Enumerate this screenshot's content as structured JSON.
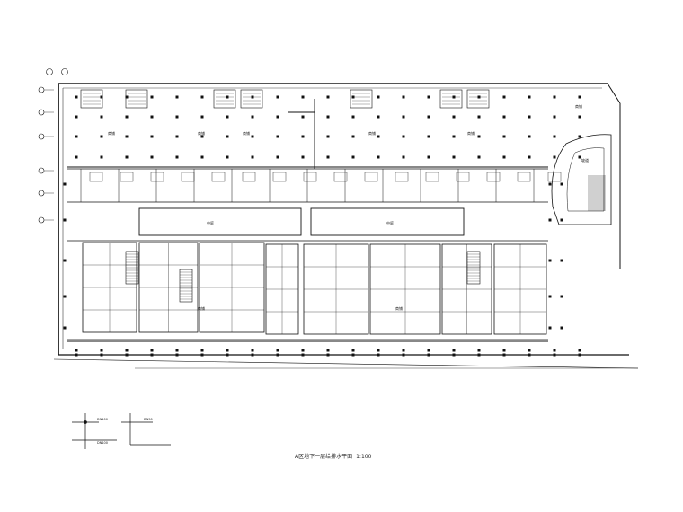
{
  "drawing": {
    "title": "A区地下一层给排水平面",
    "scale": "1:100",
    "colors": {
      "line": "#111111",
      "pipe": "#222222",
      "background": "#ffffff"
    }
  },
  "rooms": [
    {
      "id": "ra1",
      "label": "商铺"
    },
    {
      "id": "ra2",
      "label": "商铺"
    },
    {
      "id": "ra3",
      "label": "商铺"
    },
    {
      "id": "ra4",
      "label": "商铺"
    },
    {
      "id": "ra5",
      "label": "商铺"
    },
    {
      "id": "ra6",
      "label": "商铺"
    },
    {
      "id": "ra7",
      "label": "商铺"
    },
    {
      "id": "ra8",
      "label": "商铺"
    },
    {
      "id": "rc1",
      "label": "中庭"
    },
    {
      "id": "rc2",
      "label": "中庭"
    },
    {
      "id": "rr",
      "label": "坡道"
    }
  ],
  "details": {
    "left_note_1": "DN100",
    "left_note_2": "DN100",
    "right_note": "DN50"
  }
}
